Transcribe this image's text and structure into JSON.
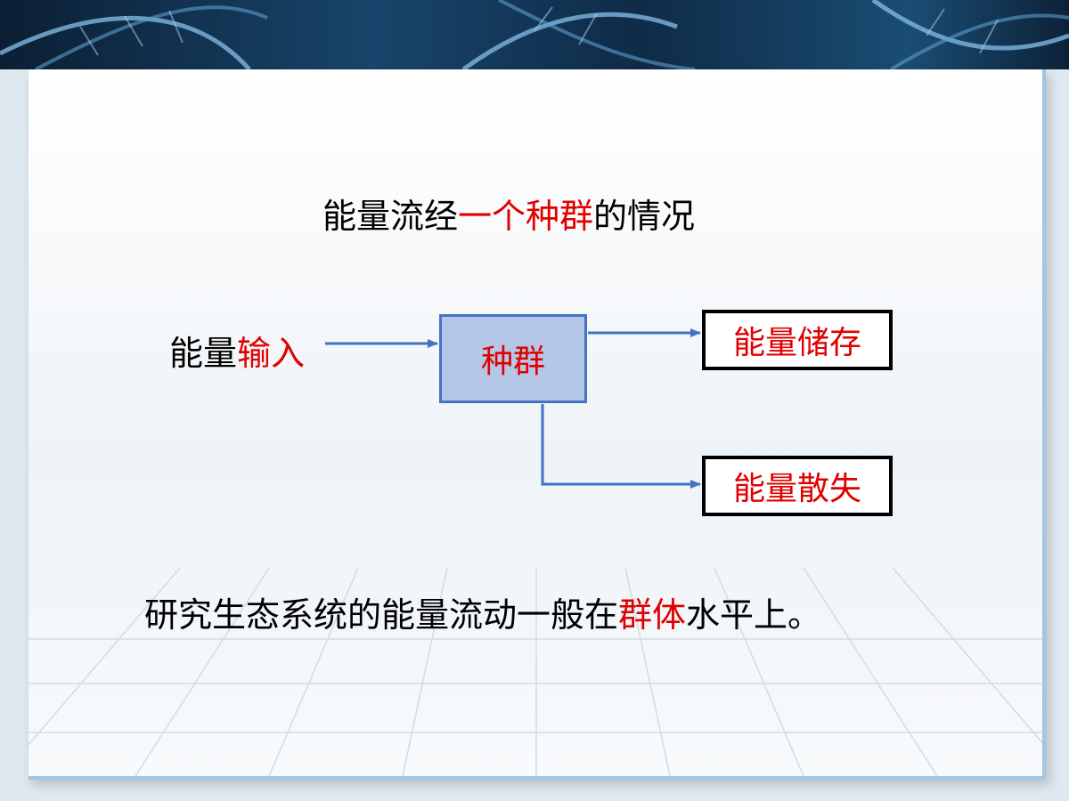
{
  "title": {
    "part1": "能量流经",
    "highlight": "一个种群",
    "part2": "的情况"
  },
  "input_label": {
    "part1": "能量",
    "highlight": "输入"
  },
  "population_box": {
    "label": "种群"
  },
  "storage_box": {
    "label": "能量储存"
  },
  "loss_box": {
    "label": "能量散失"
  },
  "conclusion": {
    "part1": "研究生态系统的能量流动一般在",
    "highlight": "群体",
    "part2": "水平上。"
  },
  "colors": {
    "highlight": "#e00000",
    "arrow": "#4472c4",
    "box_fill": "#b4c7e7"
  }
}
